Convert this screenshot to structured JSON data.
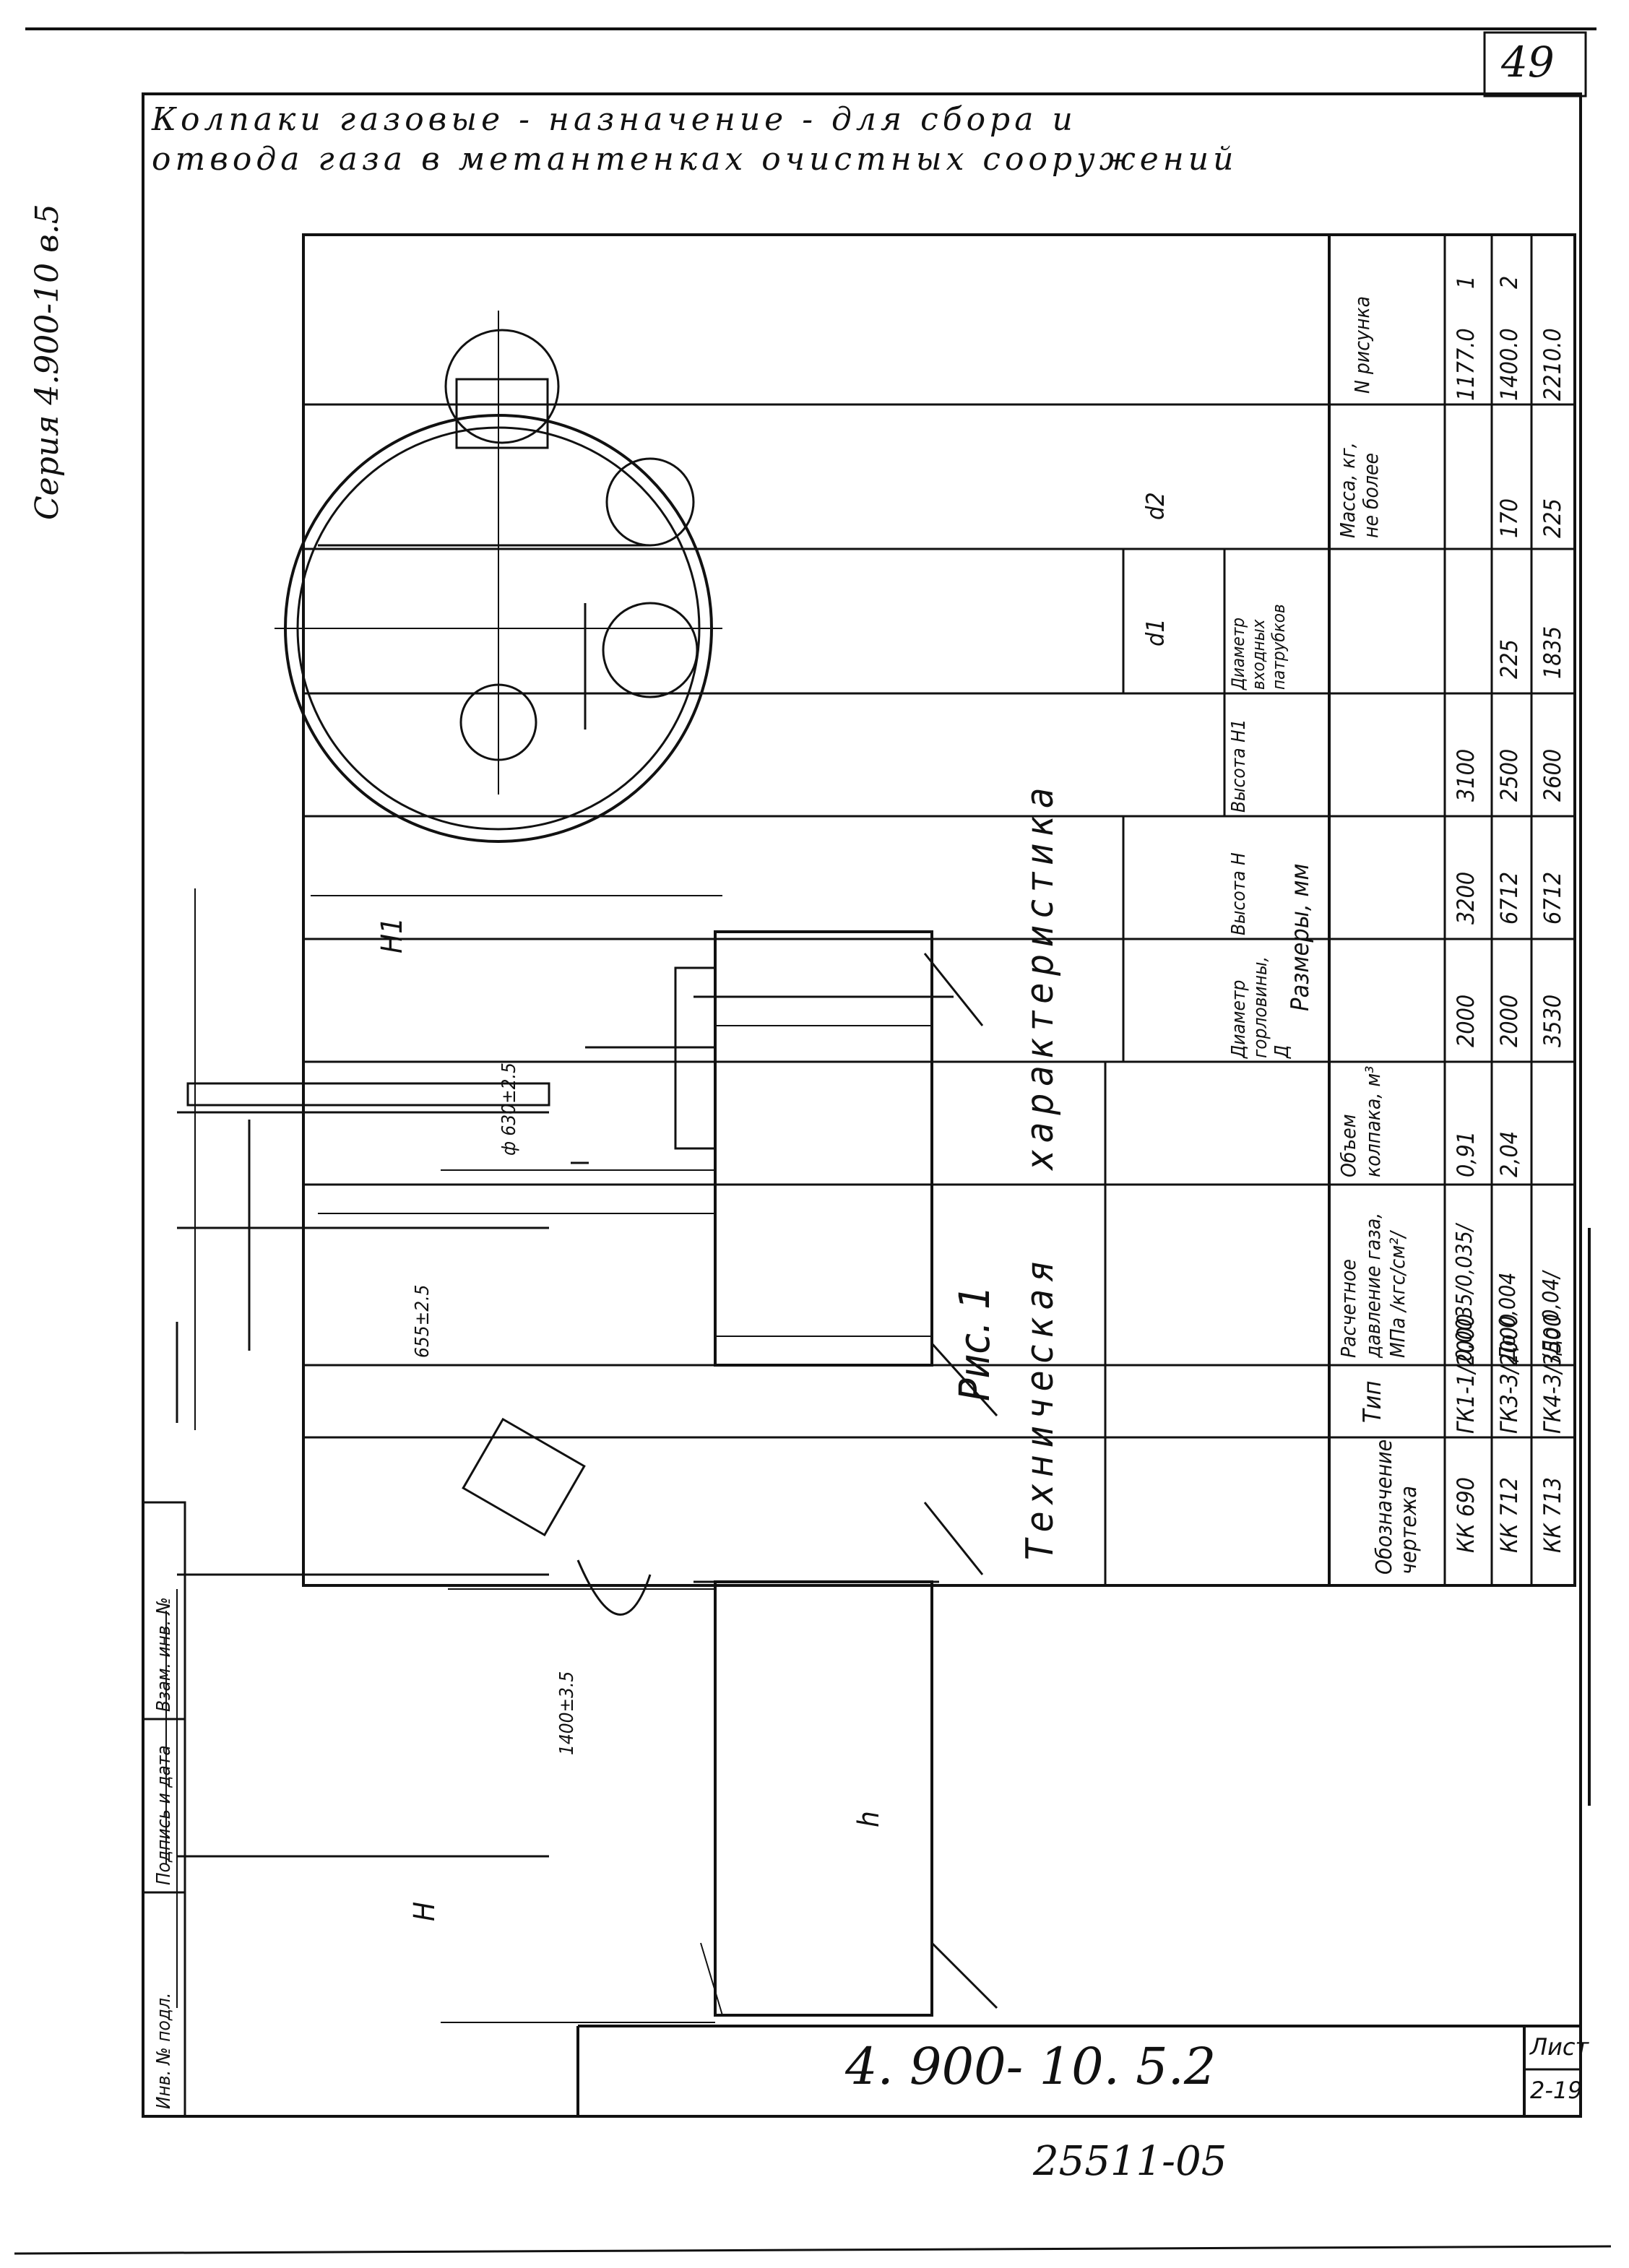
{
  "sheet": {
    "series_note": "Серия 4.900-10 в.5",
    "page_number": "49",
    "title_line1": "Колпаки газовые - назначение - для сбора и",
    "title_line2": "отвода газа в метантенках очистных сооружений",
    "designation": "4. 900- 10. 5.2",
    "doc_number": "25511-05",
    "sheet_label": "Лист",
    "sheet_value": "2-19",
    "figure_label": "Рис. 1",
    "table_title_a": "Техническая",
    "table_title_b": "характеристика",
    "stamp_cells": [
      "Инв. № подл.",
      "Подпись и дата",
      "Взам. инв. №"
    ]
  },
  "drawing_labels": {
    "h_left": "H",
    "h_small": "h",
    "dim_left_inner": "1400±3.5",
    "h1_top": "H1",
    "dim_d630": "ф 630±2.5",
    "dim_mid": "655±2.5"
  },
  "table": {
    "headers": {
      "designation": "Обозначение чертежа",
      "type": "Тип",
      "pressure": "Расчетное давление газа, МПа /кгс/см²/",
      "volume": "Объем колпака, м³",
      "sizes_group": "Размеры, мм",
      "diameter_neck": "Диаметр горловины, Д",
      "height_h": "Высота H",
      "height_h1": "Высота H1",
      "pipe_diam": "Диаметр входных патрубков",
      "d1": "d1",
      "d2": "d2",
      "mass": "Масса, кг, не более",
      "figure_no": "N рисунка"
    },
    "rows": [
      {
        "designation": "КК 690",
        "type": "ГК1-1/2000",
        "pressure": "0,0035/0,035/",
        "volume": "0,91",
        "diameter": "2000",
        "h": "3200",
        "h1": "3100",
        "d1": "",
        "d2": "",
        "mass": "1177.0",
        "fig": "1"
      },
      {
        "designation": "КК 712",
        "type": "ГК3-3/2000",
        "pressure": "До 0,004",
        "volume": "2,04",
        "diameter": "2000",
        "h": "6712",
        "h1": "2500",
        "d1": "225",
        "d2": "170",
        "mass": "1400.0",
        "fig": "2"
      },
      {
        "designation": "КК 713",
        "type": "ГК4-3/3500",
        "pressure": "/До 0,04/",
        "volume": "",
        "diameter": "3530",
        "h": "6712",
        "h1": "2600",
        "d1": "1835",
        "d2": "225",
        "mass": "2210.0",
        "fig": ""
      }
    ]
  }
}
